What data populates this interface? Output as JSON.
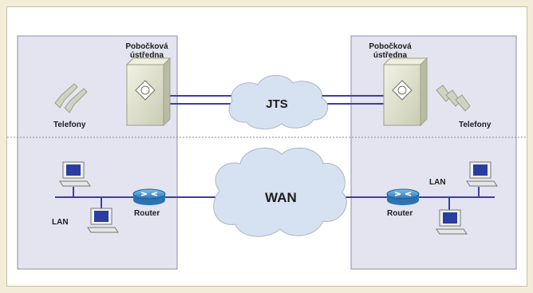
{
  "left_site": {
    "pbx_label_line1": "Pobočková",
    "pbx_label_line2": "ústředna",
    "phones_label": "Telefony",
    "lan_label": "LAN",
    "router_label": "Router"
  },
  "right_site": {
    "pbx_label_line1": "Pobočková",
    "pbx_label_line2": "ústředna",
    "phones_label": "Telefony",
    "lan_label": "LAN",
    "router_label": "Router"
  },
  "clouds": {
    "top_label": "JTS",
    "bottom_label": "WAN"
  },
  "colors": {
    "site_fill": "#e3e4f0",
    "site_border": "#8b8fa8",
    "cloud_fill": "#d6e2f1",
    "link_line": "#3a3fa6",
    "router": "#3a86c6",
    "pbx": "#dfe2cd",
    "page_background": "#f3ecd9"
  }
}
